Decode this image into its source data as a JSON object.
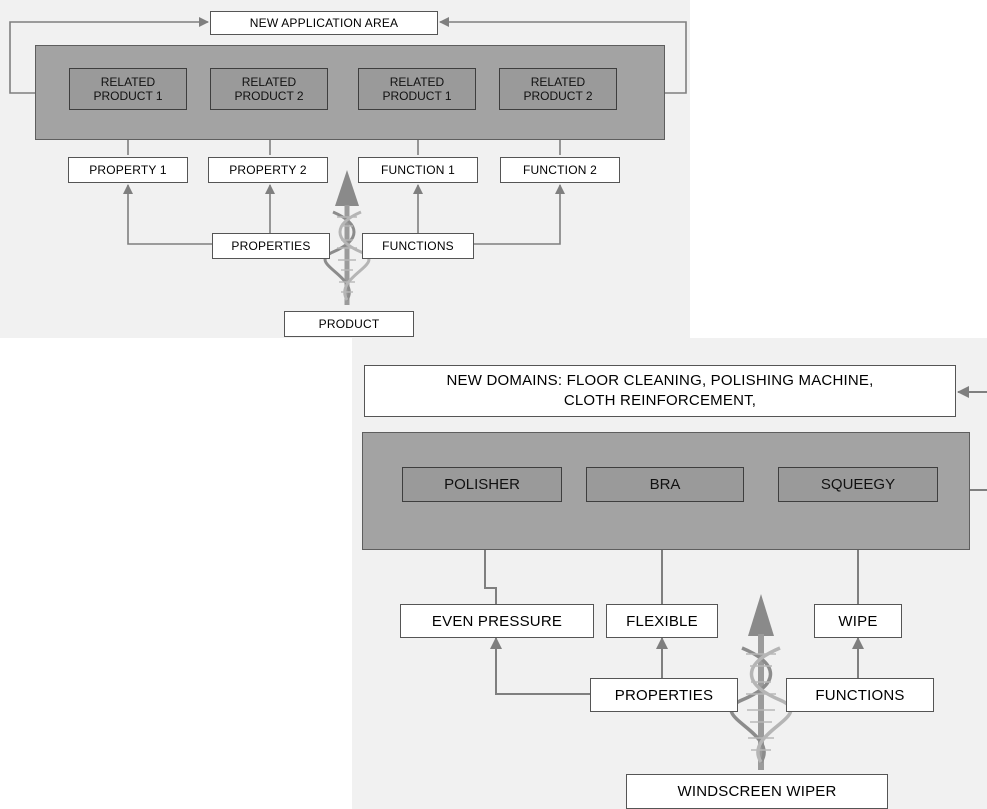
{
  "top_diagram": {
    "header": "NEW APPLICATION AREA",
    "products": [
      {
        "line1": "RELATED",
        "line2": "PRODUCT 1"
      },
      {
        "line1": "RELATED",
        "line2": "PRODUCT 2"
      },
      {
        "line1": "RELATED",
        "line2": "PRODUCT 1"
      },
      {
        "line1": "RELATED",
        "line2": "PRODUCT 2"
      }
    ],
    "attributes": [
      "PROPERTY 1",
      "PROPERTY 2",
      "FUNCTION 1",
      "FUNCTION 2"
    ],
    "properties": "PROPERTIES",
    "functions": "FUNCTIONS",
    "product": "PRODUCT"
  },
  "bottom_diagram": {
    "header_line1": "NEW DOMAINS: FLOOR CLEANING, POLISHING MACHINE,",
    "header_line2": "CLOTH REINFORCEMENT,",
    "products": [
      "POLISHER",
      "BRA",
      "SQUEEGY"
    ],
    "attributes": [
      "EVEN PRESSURE",
      "FLEXIBLE",
      "WIPE"
    ],
    "properties": "PROPERTIES",
    "functions": "FUNCTIONS",
    "product": "WINDSCREEN WIPER"
  },
  "colors": {
    "panel_background": "#f1f1f1",
    "band": "#a3a3a3",
    "line": "#7f7f7f"
  }
}
